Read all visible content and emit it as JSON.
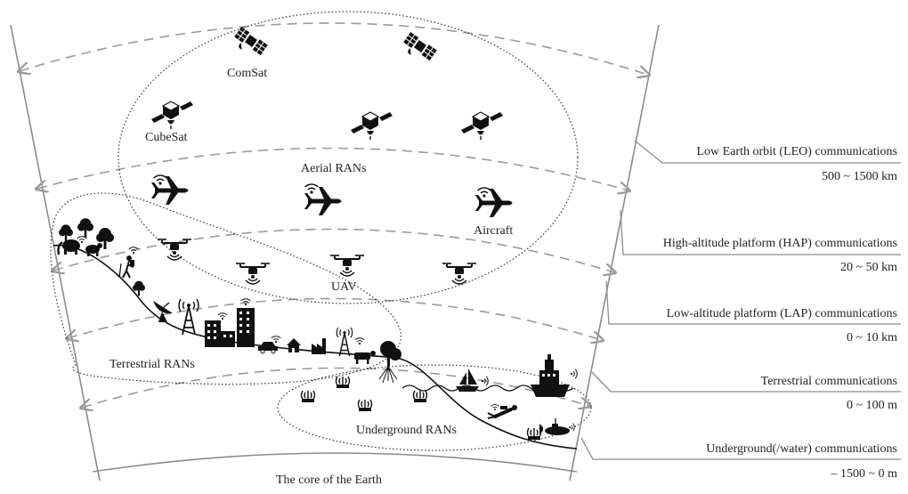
{
  "labels": {
    "comsat": "ComSat",
    "cubesat": "CubeSat",
    "aerial_rans": "Aerial RANs",
    "aircraft": "Aircraft",
    "uav": "UAV",
    "terrestrial_rans": "Terrestrial RANs",
    "underground_rans": "Underground RANs",
    "core": "The core of the Earth"
  },
  "layers": [
    {
      "name": "Low Earth orbit (LEO) communications",
      "range": "500 ~ 1500 km"
    },
    {
      "name": "High-altitude platform (HAP) communications",
      "range": "20 ~ 50 km"
    },
    {
      "name": "Low-altitude platform (LAP) communications",
      "range": "0 ~ 10 km"
    },
    {
      "name": "Terrestrial communications",
      "range": "0 ~ 100 m"
    },
    {
      "name": "Underground(/water) communications",
      "range": "– 1500 ~ 0 m"
    }
  ],
  "icons": [
    "satellite-icon",
    "cubesat-icon",
    "airplane-icon",
    "drone-icon",
    "tree-icon",
    "elephant-icon",
    "hiker-icon",
    "dish-icon",
    "tower-icon",
    "building-icon",
    "car-icon",
    "house-icon",
    "factory-icon",
    "cow-icon",
    "sensor-icon",
    "sailboat-icon",
    "ship-icon",
    "diver-icon",
    "submarine-icon"
  ]
}
